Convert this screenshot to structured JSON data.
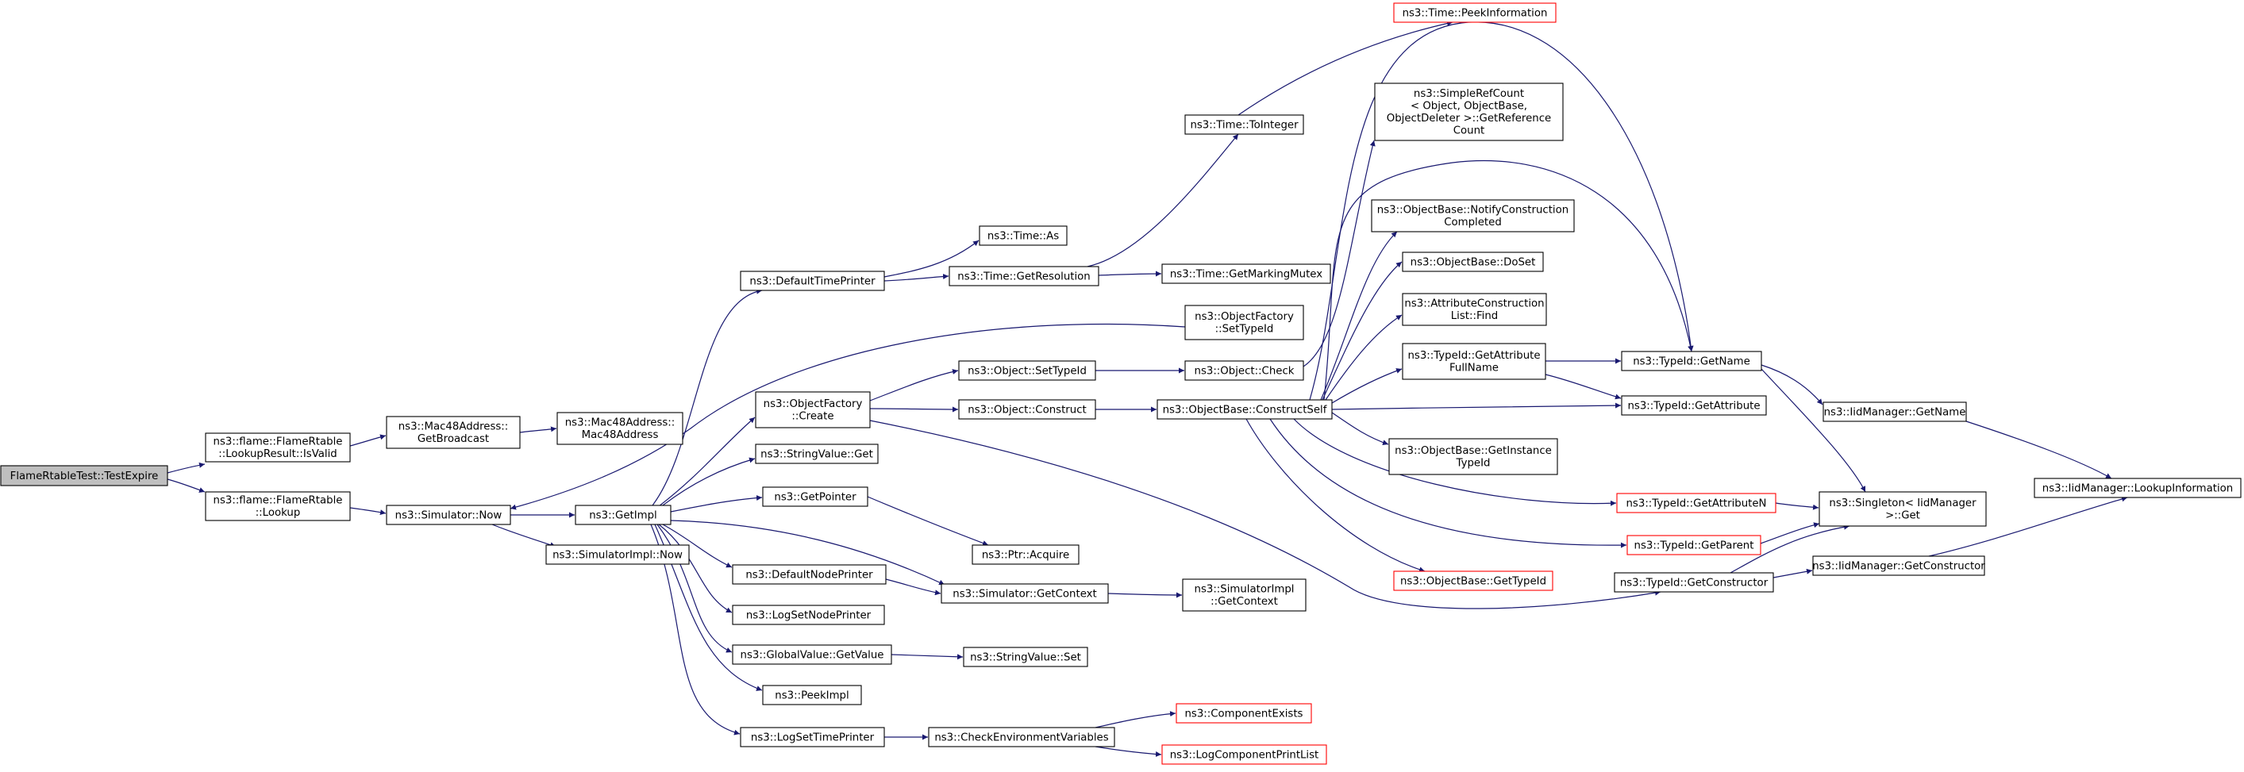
{
  "nodes": {
    "root": [
      "FlameRtableTest::TestExpire"
    ],
    "isvalid": [
      "ns3::flame::FlameRtable",
      "::LookupResult::IsValid"
    ],
    "lookup": [
      "ns3::flame::FlameRtable",
      "::Lookup"
    ],
    "getbroadcast": [
      "ns3::Mac48Address::",
      "GetBroadcast"
    ],
    "mac48": [
      "ns3::Mac48Address::",
      "Mac48Address"
    ],
    "simnow": [
      "ns3::Simulator::Now"
    ],
    "simimplnow": [
      "ns3::SimulatorImpl::Now"
    ],
    "getimpl": [
      "ns3::GetImpl"
    ],
    "deftimeprinter": [
      "ns3::DefaultTimePrinter"
    ],
    "ofcreate": [
      "ns3::ObjectFactory",
      "::Create"
    ],
    "strget": [
      "ns3::StringValue::Get"
    ],
    "getpointer": [
      "ns3::GetPointer"
    ],
    "defnodeprinter": [
      "ns3::DefaultNodePrinter"
    ],
    "logsetnode": [
      "ns3::LogSetNodePrinter"
    ],
    "gvgetvalue": [
      "ns3::GlobalValue::GetValue"
    ],
    "peekimpl": [
      "ns3::PeekImpl"
    ],
    "logsettime": [
      "ns3::LogSetTimePrinter"
    ],
    "timeas": [
      "ns3::Time::As"
    ],
    "getres": [
      "ns3::Time::GetResolution"
    ],
    "tointeger": [
      "ns3::Time::ToInteger"
    ],
    "peekinfo": [
      "ns3::Time::PeekInformation"
    ],
    "getmarking": [
      "ns3::Time::GetMarkingMutex"
    ],
    "ofsettypeid": [
      "ns3::ObjectFactory",
      "::SetTypeId"
    ],
    "objsettypeid": [
      "ns3::Object::SetTypeId"
    ],
    "objcheck": [
      "ns3::Object::Check"
    ],
    "objconstruct": [
      "ns3::Object::Construct"
    ],
    "ptracquire": [
      "ns3::Ptr::Acquire"
    ],
    "simgetctx": [
      "ns3::Simulator::GetContext"
    ],
    "simimplctx": [
      "ns3::SimulatorImpl",
      "::GetContext"
    ],
    "strset": [
      "ns3::StringValue::Set"
    ],
    "checkenv": [
      "ns3::CheckEnvironmentVariables"
    ],
    "compexists": [
      "ns3::ComponentExists"
    ],
    "logcomplist": [
      "ns3::LogComponentPrintList"
    ],
    "constructself": [
      "ns3::ObjectBase::ConstructSelf"
    ],
    "simplerefcount": [
      "ns3::SimpleRefCount",
      "< Object, ObjectBase,",
      "ObjectDeleter >::GetReference",
      "Count"
    ],
    "notifyconstr": [
      "ns3::ObjectBase::NotifyConstruction",
      "Completed"
    ],
    "doset": [
      "ns3::ObjectBase::DoSet"
    ],
    "attrfind": [
      "ns3::AttributeConstruction",
      "List::Find"
    ],
    "getattrfullname": [
      "ns3::TypeId::GetAttribute",
      "FullName"
    ],
    "getinstancetypeid": [
      "ns3::ObjectBase::GetInstance",
      "TypeId"
    ],
    "obgettypeid": [
      "ns3::ObjectBase::GetTypeId"
    ],
    "tidgetname": [
      "ns3::TypeId::GetName"
    ],
    "tidgetattr": [
      "ns3::TypeId::GetAttribute"
    ],
    "tidgetattrn": [
      "ns3::TypeId::GetAttributeN"
    ],
    "tidgetparent": [
      "ns3::TypeId::GetParent"
    ],
    "tidgetconstructor": [
      "ns3::TypeId::GetConstructor"
    ],
    "iidgetname": [
      "ns3::IidManager::GetName"
    ],
    "singletonget": [
      "ns3::Singleton< IidManager",
      ">::Get"
    ],
    "iidgetconstructor": [
      "ns3::IidManager::GetConstructor"
    ],
    "iidlookup": [
      "ns3::IidManager::LookupInformation"
    ]
  },
  "node_style": {
    "peekinfo": "red",
    "compexists": "red",
    "logcomplist": "red",
    "obgettypeid": "red",
    "tidgetattrn": "red",
    "tidgetparent": "red",
    "root": "root"
  },
  "colors": {
    "edge": "#191970",
    "node_border": "#000000",
    "node_border_external": "#ff0000",
    "root_fill": "#bfbfbf"
  }
}
